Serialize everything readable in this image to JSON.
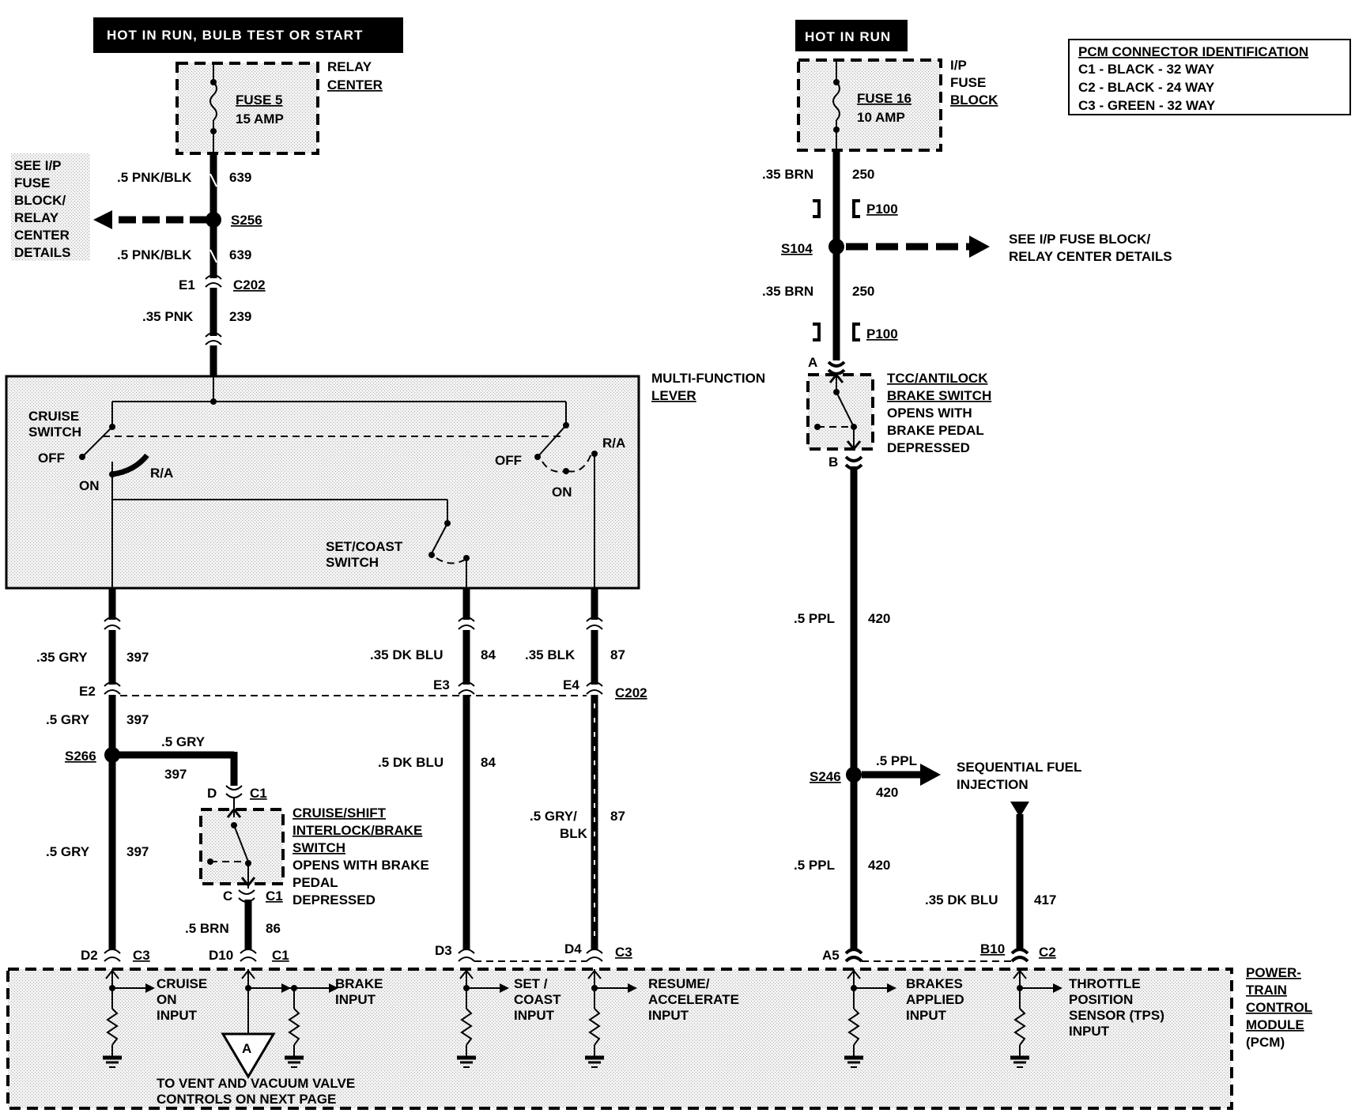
{
  "headers": {
    "left": "HOT IN RUN, BULB TEST OR START",
    "right": "HOT IN RUN"
  },
  "pcm_ident": {
    "title": "PCM CONNECTOR IDENTIFICATION",
    "rows": [
      "C1 - BLACK - 32 WAY",
      "C2 - BLACK - 24 WAY",
      "C3 - GREEN - 32 WAY"
    ]
  },
  "relay_center": {
    "label1": "RELAY",
    "label2": "CENTER",
    "fuse1": "FUSE 5",
    "fuse2": "15 AMP"
  },
  "ip_fuse": {
    "label1": "I/P",
    "label2": "FUSE",
    "label3": "BLOCK",
    "fuse1": "FUSE 16",
    "fuse2": "10 AMP"
  },
  "see_left": [
    "SEE I/P",
    "FUSE",
    "BLOCK/",
    "RELAY",
    "CENTER",
    "DETAILS"
  ],
  "see_right": [
    "SEE I/P FUSE BLOCK/",
    "RELAY CENTER DETAILS"
  ],
  "wires": {
    "w639a_size": ".5 PNK/BLK",
    "w639a_num": "639",
    "s256": "S256",
    "w639b_size": ".5 PNK/BLK",
    "w639b_num": "639",
    "e1": "E1",
    "c202a": "C202",
    "w239_size": ".35 PNK",
    "w239_num": "239",
    "w250a_size": ".35 BRN",
    "w250a_num": "250",
    "p100a": "P100",
    "s104": "S104",
    "w250b_size": ".35 BRN",
    "w250b_num": "250",
    "p100b": "P100",
    "pin_a": "A",
    "pin_b": "B",
    "w420a_size": ".5 PPL",
    "w420a_num": "420",
    "s246": "S246",
    "w420_branch_size": ".5 PPL",
    "w420_branch_num": "420",
    "w420b_size": ".5 PPL",
    "w420b_num": "420",
    "w417_size": ".35 DK BLU",
    "w417_num": "417",
    "w397a_size": ".35 GRY",
    "w397a_num": "397",
    "e2": "E2",
    "w397b_size": ".5 GRY",
    "w397b_num": "397",
    "s266": "S266",
    "w397c_size": ".5 GRY",
    "w397c_num": "397",
    "w397d_size": ".5 GRY",
    "w397d_num": "397",
    "w84a_size": ".35 DK BLU",
    "w84a_num": "84",
    "e3": "E3",
    "w84b_size": ".5 DK BLU",
    "w84b_num": "84",
    "w87a_size": ".35 BLK",
    "w87a_num": "87",
    "e4": "E4",
    "c202b": "C202",
    "w87b_size1": ".5 GRY/",
    "w87b_size2": "BLK",
    "w87b_num": "87",
    "d_pin": "D",
    "c1_top": "C1",
    "c_pin": "C",
    "c1_bot": "C1",
    "w86_size": ".5 BRN",
    "w86_num": "86"
  },
  "multi_function": {
    "label1": "MULTI-FUNCTION",
    "label2": "LEVER",
    "cruise1": "CRUISE",
    "cruise2": "SWITCH",
    "off1": "OFF",
    "on1": "ON",
    "ra1": "R/A",
    "off2": "OFF",
    "on2": "ON",
    "ra2": "R/A",
    "setcoast1": "SET/COAST",
    "setcoast2": "SWITCH"
  },
  "tcc_switch": [
    "TCC/ANTILOCK",
    "BRAKE SWITCH",
    "OPENS WITH",
    "BRAKE PEDAL",
    "DEPRESSED"
  ],
  "cruise_shift": [
    "CRUISE/SHIFT",
    "INTERLOCK/BRAKE",
    "SWITCH",
    "OPENS WITH BRAKE",
    "PEDAL",
    "DEPRESSED"
  ],
  "sfi": [
    "SEQUENTIAL FUEL",
    "INJECTION"
  ],
  "pcm_pins": {
    "d2": "D2",
    "c3a": "C3",
    "d10": "D10",
    "c1": "C1",
    "d3": "D3",
    "d4": "D4",
    "c3b": "C3",
    "a5": "A5",
    "b10": "B10",
    "c2": "C2"
  },
  "pcm_inputs": {
    "cruise": [
      "CRUISE",
      "ON",
      "INPUT"
    ],
    "brake": [
      "BRAKE",
      "INPUT"
    ],
    "setcoast": [
      "SET /",
      "COAST",
      "INPUT"
    ],
    "resume": [
      "RESUME/",
      "ACCELERATE",
      "INPUT"
    ],
    "brakes_applied": [
      "BRAKES",
      "APPLIED",
      "INPUT"
    ],
    "tps": [
      "THROTTLE",
      "POSITION",
      "SENSOR (TPS)",
      "INPUT"
    ]
  },
  "pcm_label": [
    "POWER-",
    "TRAIN",
    "CONTROL",
    "MODULE",
    "(PCM)"
  ],
  "triangle_label": "A",
  "vent_note": [
    "TO VENT AND VACUUM VALVE",
    "CONTROLS ON NEXT PAGE"
  ]
}
